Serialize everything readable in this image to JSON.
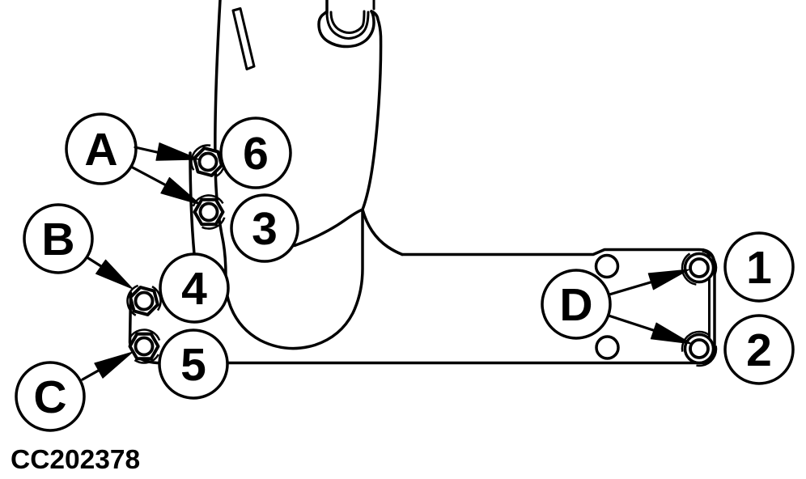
{
  "diagram": {
    "figure_code": "CC202378",
    "colors": {
      "line": "#000000",
      "background": "#ffffff"
    },
    "callout_letters": {
      "a": "A",
      "b": "B",
      "c": "C",
      "d": "D"
    },
    "item_numbers": {
      "i1": "1",
      "i2": "2",
      "i3": "3",
      "i4": "4",
      "i5": "5",
      "i6": "6"
    }
  }
}
